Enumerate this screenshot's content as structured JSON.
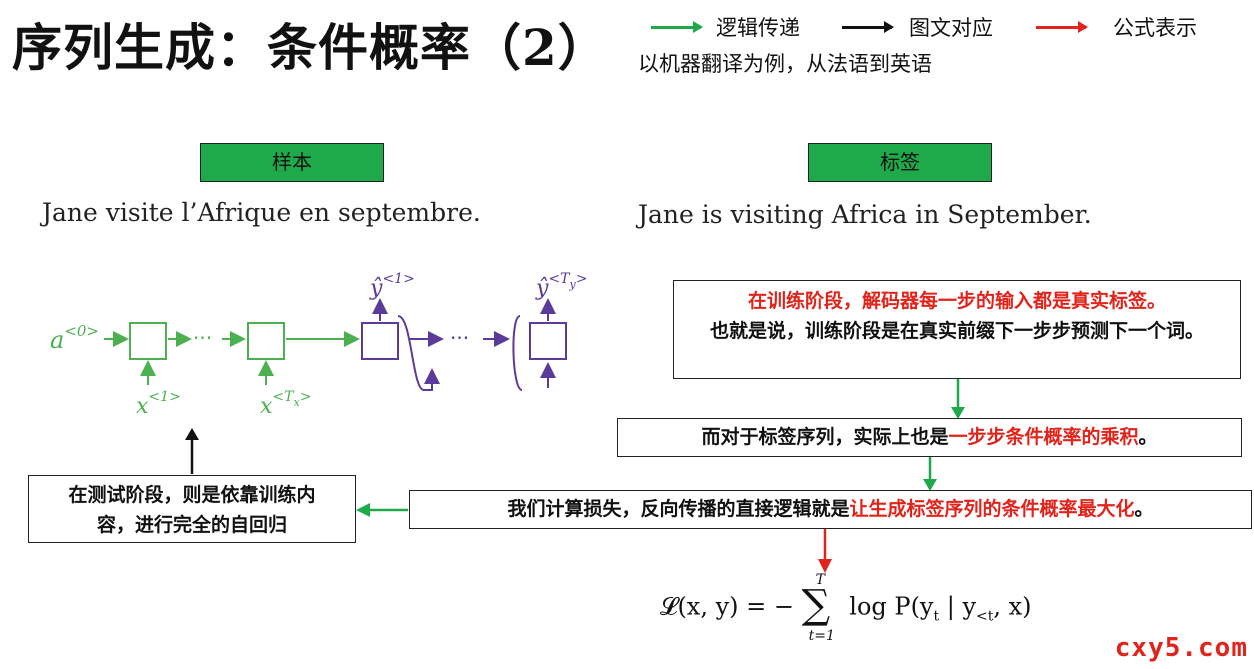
{
  "title": "序列生成：条件概率（2）",
  "subtitle": "以机器翻译为例，从法语到英语",
  "legend": {
    "logic_flow": "逻辑传递",
    "figure_text": "图文对应",
    "formula": "公式表示"
  },
  "sample": {
    "tag": "样本",
    "sentence": "Jane visite l’Afrique en septembre."
  },
  "label": {
    "tag": "标签",
    "sentence": "Jane is visiting Africa in September."
  },
  "rnn": {
    "a0": "a",
    "a0_sup": "<0>",
    "x1": "x",
    "x1_sup": "<1>",
    "xT": "x",
    "xT_sup": "<T",
    "xT_sub": "x",
    "xT_close": ">",
    "y1": "ŷ",
    "y1_sup": "<1>",
    "yT": "ŷ",
    "yT_sup": "<T",
    "yT_sub": "y",
    "yT_close": ">",
    "dots": "···"
  },
  "notes": {
    "training_red": "在训练阶段，解码器每一步的输入都是真实标签。",
    "training_black": "也就是说，训练阶段是在真实前缀下一步步预测下一个词。",
    "product_black": "而对于标签序列，实际上也是",
    "product_red": "一步步条件概率的乘积",
    "product_end": "。",
    "loss_black": "我们计算损失，反向传播的直接逻辑就是",
    "loss_red": "让生成标签序列的条件概率最大化",
    "loss_end": "。",
    "testing": "在测试阶段，则是依靠训练内容，进行完全的自回归"
  },
  "formula": {
    "lhs": "𝓛(x, y) = −",
    "sum_upper": "T",
    "sum_lower": "t=1",
    "rhs": "log P(y",
    "rhs_sub": "t",
    "rhs_mid": " | y",
    "rhs_sub2": "<t",
    "rhs_end": ", x)"
  },
  "watermark": "cxy5.com",
  "colors": {
    "green_arrow": "#1ea94a",
    "black_arrow": "#111111",
    "red_arrow": "#e0241b",
    "tag_fill": "#1ea94a",
    "rnn_encoder": "#4caf50",
    "rnn_decoder": "#5b3a99",
    "highlight_red": "#e0241b"
  }
}
